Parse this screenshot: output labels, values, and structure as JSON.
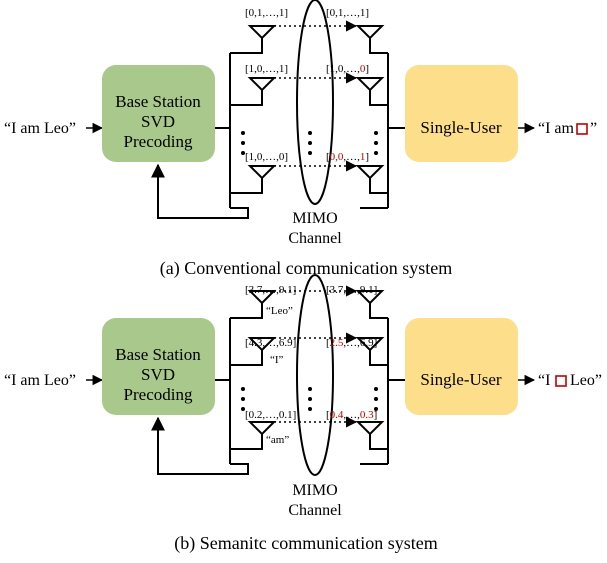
{
  "panel_a": {
    "input": "“I am Leo”",
    "bs_line1": "Base Station",
    "bs_line2": "SVD",
    "bs_line3": "Precoding",
    "user": "Single-User",
    "output_prefix": "“I am",
    "output_suffix": "”",
    "mimo_line1": "MIMO",
    "mimo_line2": "Channel",
    "tx_vectors": [
      "[0,1,…,1]",
      "[1,0,…,1]",
      "[1,0,…,0]"
    ],
    "rx_row1": "[0,1,…,1]",
    "rx_row2_black": "[1,0,…,",
    "rx_row2_red": "0",
    "rx_row2_end": "]",
    "rx_row3_open": "[",
    "rx_row3_red1": "0,0",
    "rx_row3_mid": ",…,",
    "rx_row3_red2": "1",
    "rx_row3_end": "]",
    "caption": "(a) Conventional communication system"
  },
  "panel_b": {
    "input": "“I am Leo”",
    "bs_line1": "Base Station",
    "bs_line2": "SVD",
    "bs_line3": "Precoding",
    "user": "Single-User",
    "output_prefix": "“I",
    "output_suffix": "Leo”",
    "mimo_line1": "MIMO",
    "mimo_line2": "Channel",
    "tx_vectors": [
      "[3.7,…,9.1]",
      "[4.3,…,6.9]",
      "[0.2,…,0.1]"
    ],
    "word_labels": [
      "“Leo”",
      "“I”",
      "“am”"
    ],
    "rx_row1": "[3.7,…,9.1]",
    "rx_row2_open": "[",
    "rx_row2_red": "2.5",
    "rx_row2_rest": ",…,6.9]",
    "rx_row3_open": "[",
    "rx_row3_red1": "0.4",
    "rx_row3_mid": ",…,",
    "rx_row3_red2": "0.3",
    "rx_row3_end": "]",
    "caption": "(b) Semanitc communication system"
  },
  "colors": {
    "bs_fill": "#a9c98c",
    "user_fill": "#fdde8a",
    "erasure": "#c00000"
  },
  "icons": [
    "antenna-icon",
    "erasure-box-icon",
    "arrow-icon"
  ]
}
